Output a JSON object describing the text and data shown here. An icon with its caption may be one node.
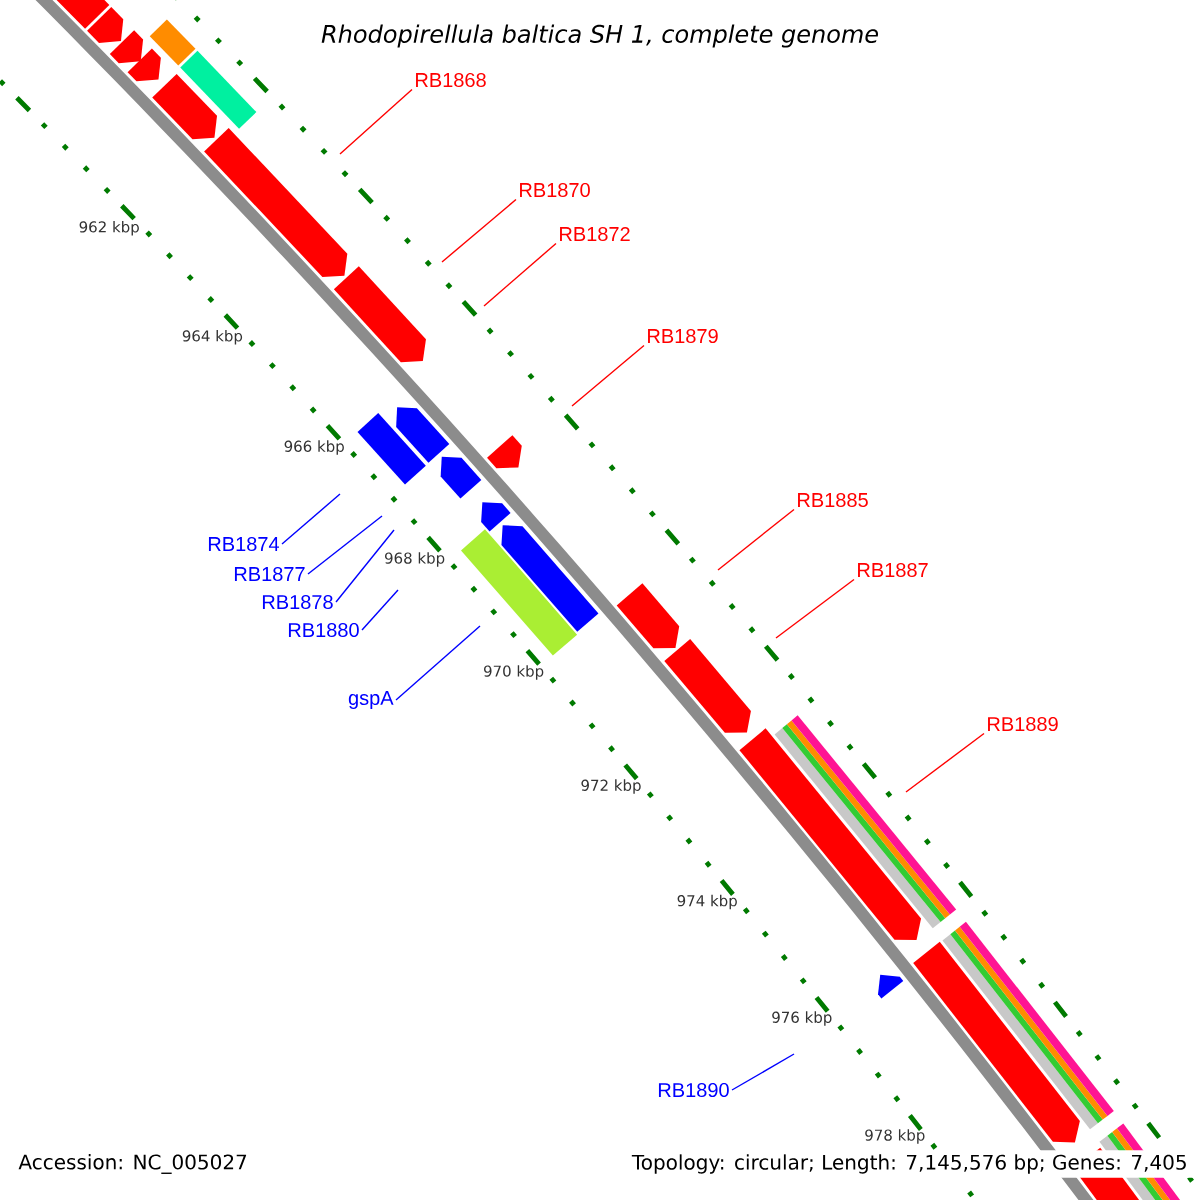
{
  "diagram": {
    "title": "Rhodopirellula baltica SH 1, complete genome",
    "nodes": [
      {
        "text": [
          "RB1868"
        ]
      },
      {
        "text": [
          "RB1870"
        ]
      },
      {
        "text": [
          "RB1872"
        ]
      },
      {
        "text": [
          "RB1879"
        ]
      },
      {
        "text": [
          "RB1885"
        ]
      },
      {
        "text": [
          "RB1887"
        ]
      },
      {
        "text": [
          "RB1889"
        ]
      },
      {
        "text": [
          "RB1874"
        ]
      },
      {
        "text": [
          "RB1877"
        ]
      },
      {
        "text": [
          "RB1878"
        ]
      },
      {
        "text": [
          "RB1880"
        ]
      },
      {
        "text": [
          "gspA"
        ]
      },
      {
        "text": [
          "RB1890"
        ]
      }
    ],
    "edges": [
      {
        "from": 0,
        "to": null,
        "arrow": "none"
      },
      {
        "from": 1,
        "to": null,
        "arrow": "none"
      },
      {
        "from": 2,
        "to": null,
        "arrow": "none"
      },
      {
        "from": 3,
        "to": null,
        "arrow": "none"
      },
      {
        "from": 4,
        "to": null,
        "arrow": "none"
      },
      {
        "from": 5,
        "to": null,
        "arrow": "none"
      },
      {
        "from": 6,
        "to": null,
        "arrow": "none"
      },
      {
        "from": 7,
        "to": null,
        "arrow": "none",
        "color": "#0000ff"
      },
      {
        "from": 8,
        "to": null,
        "arrow": "none",
        "color": "#0000ff"
      },
      {
        "from": 9,
        "to": null,
        "arrow": "none",
        "color": "#0000ff"
      },
      {
        "from": 10,
        "to": null,
        "arrow": "none",
        "color": "#0000ff"
      },
      {
        "from": 11,
        "to": null,
        "arrow": "none",
        "color": "#0000ff"
      },
      {
        "from": 12,
        "to": null,
        "arrow": "none",
        "color": "#0000ff"
      }
    ],
    "labels": [
      "962 kbp",
      "964 kbp",
      "966 kbp",
      "968 kbp",
      "970 kbp",
      "972 kbp",
      "974 kbp",
      "976 kbp",
      "978 kbp",
      "Accession: NC_005027",
      "Topology: circular; Length: 7,145,576 bp; Genes: 7,405"
    ]
  }
}
